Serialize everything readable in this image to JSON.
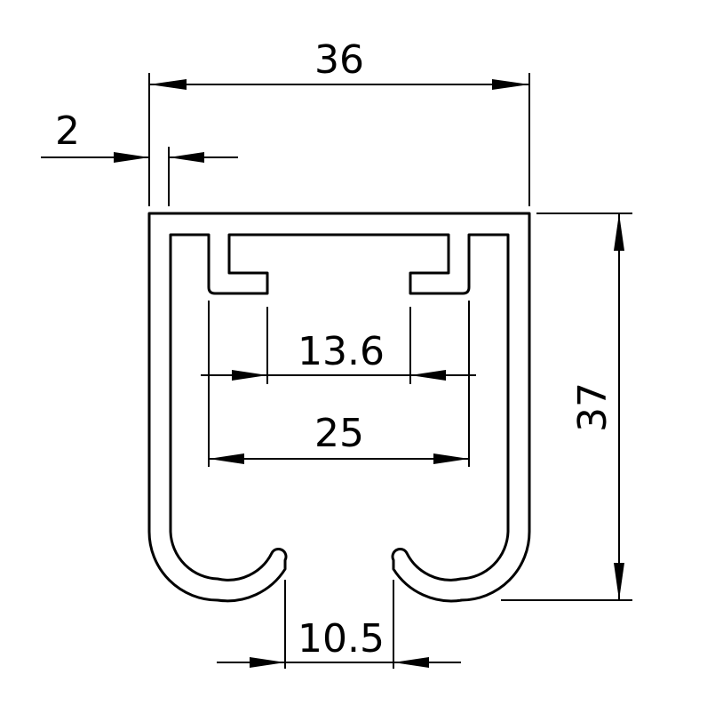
{
  "drawing": {
    "type": "profile cross-section",
    "units": "mm",
    "dimensions": {
      "overall_width": "36",
      "wall_thickness": "2",
      "overall_height": "37",
      "slot_opening": "13.6",
      "inner_width": "25",
      "bottom_gap": "10.5"
    }
  }
}
